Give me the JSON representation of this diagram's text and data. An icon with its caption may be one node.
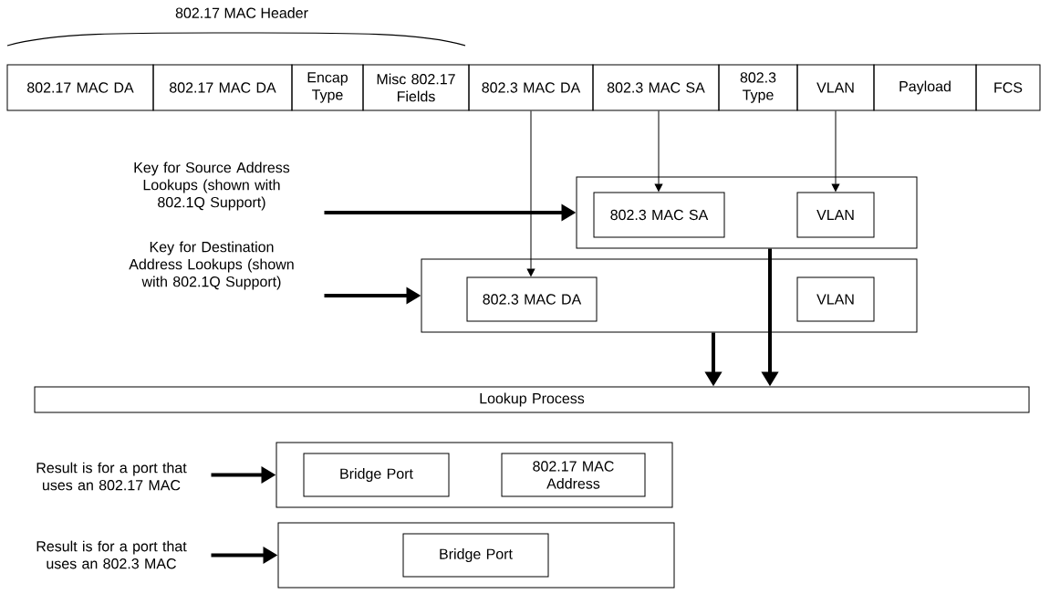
{
  "diagram": {
    "nodes": [
      {
        "text": [
          "802.17 MAC DA"
        ]
      },
      {
        "text": [
          "802.17 MAC DA"
        ]
      },
      {
        "text": [
          "Encap Type"
        ]
      },
      {
        "text": [
          "Misc 802.17 Fields"
        ]
      },
      {
        "text": [
          "802.3 MAC DA"
        ]
      },
      {
        "text": [
          "802.3 MAC SA"
        ]
      },
      {
        "text": [
          "802.3 Type"
        ]
      },
      {
        "text": [
          "VLAN"
        ]
      },
      {
        "text": [
          "Payload"
        ]
      },
      {
        "text": [
          "FCS"
        ]
      },
      {
        "text": [
          "Key for Source Address Lookups (shown with 802.1Q Support)"
        ]
      },
      {
        "text": [],
        "shape": "box"
      },
      {
        "text": [
          "802.3 MAC SA"
        ],
        "in": 11
      },
      {
        "text": [
          "VLAN"
        ],
        "in": 11
      },
      {
        "text": [
          "Key for Destination Address Lookups (shown with 802.1Q Support)"
        ]
      },
      {
        "text": [],
        "shape": "box"
      },
      {
        "text": [
          "802.3 MAC DA"
        ],
        "in": 15
      },
      {
        "text": [
          "VLAN"
        ],
        "in": 15
      },
      {
        "text": [
          "Lookup Process"
        ]
      },
      {
        "text": [
          "Result is for a port that uses an 802.17 MAC"
        ]
      },
      {
        "text": [],
        "shape": "box"
      },
      {
        "text": [
          "Bridge Port"
        ],
        "in": 20
      },
      {
        "text": [
          "802.17 MAC Address"
        ],
        "in": 20
      },
      {
        "text": [
          "Result is for a port that uses an 802.3 MAC"
        ]
      },
      {
        "text": [],
        "shape": "box"
      },
      {
        "text": [
          "Bridge Port"
        ],
        "in": 24
      }
    ],
    "edges": [
      {
        "from": 4,
        "to": 16,
        "arrow": "to"
      },
      {
        "from": 5,
        "to": 12,
        "arrow": "to"
      },
      {
        "from": 7,
        "to": 13,
        "arrow": "to"
      },
      {
        "from": 10,
        "to": 11,
        "arrow": "to"
      },
      {
        "from": 14,
        "to": 15,
        "arrow": "to"
      },
      {
        "from": 15,
        "to": 18,
        "arrow": "to"
      },
      {
        "from": 11,
        "to": 18,
        "arrow": "to"
      },
      {
        "from": 19,
        "to": 20,
        "arrow": "to"
      },
      {
        "from": 23,
        "to": 24,
        "arrow": "to"
      }
    ],
    "labels": [
      "802.17 MAC Header"
    ]
  }
}
